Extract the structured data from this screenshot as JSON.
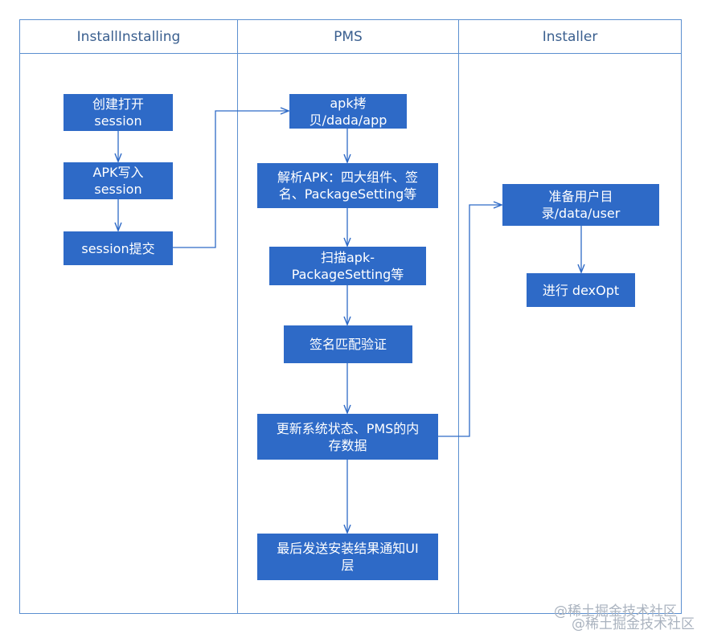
{
  "lanes": {
    "installing": {
      "title": "InstallInstalling"
    },
    "pms": {
      "title": "PMS"
    },
    "installer": {
      "title": "Installer"
    }
  },
  "nodes": {
    "create_session": "创建打开\nsession",
    "apk_write": "APK写入\nsession",
    "session_commit": "session提交",
    "apk_copy": "apk拷\n贝/dada/app",
    "parse_apk": "解析APK：四大组件、签\n名、PackageSetting等",
    "scan_apk": "扫描apk-\nPackageSetting等",
    "sign_verify": "签名匹配验证",
    "update_state": "更新系统状态、PMS的内\n存数据",
    "notify_ui": "最后发送安装结果通知UI\n层",
    "prepare_user_dir": "准备用户目\n录/data/user",
    "dexopt": "进行 dexOpt"
  },
  "watermark": [
    "@稀土掘金技术社区",
    "@稀土掘金技术社区"
  ],
  "colors": {
    "node": "#2e6ac7",
    "lane_border": "#5b8fd0",
    "arrow": "#2e6ac7"
  }
}
